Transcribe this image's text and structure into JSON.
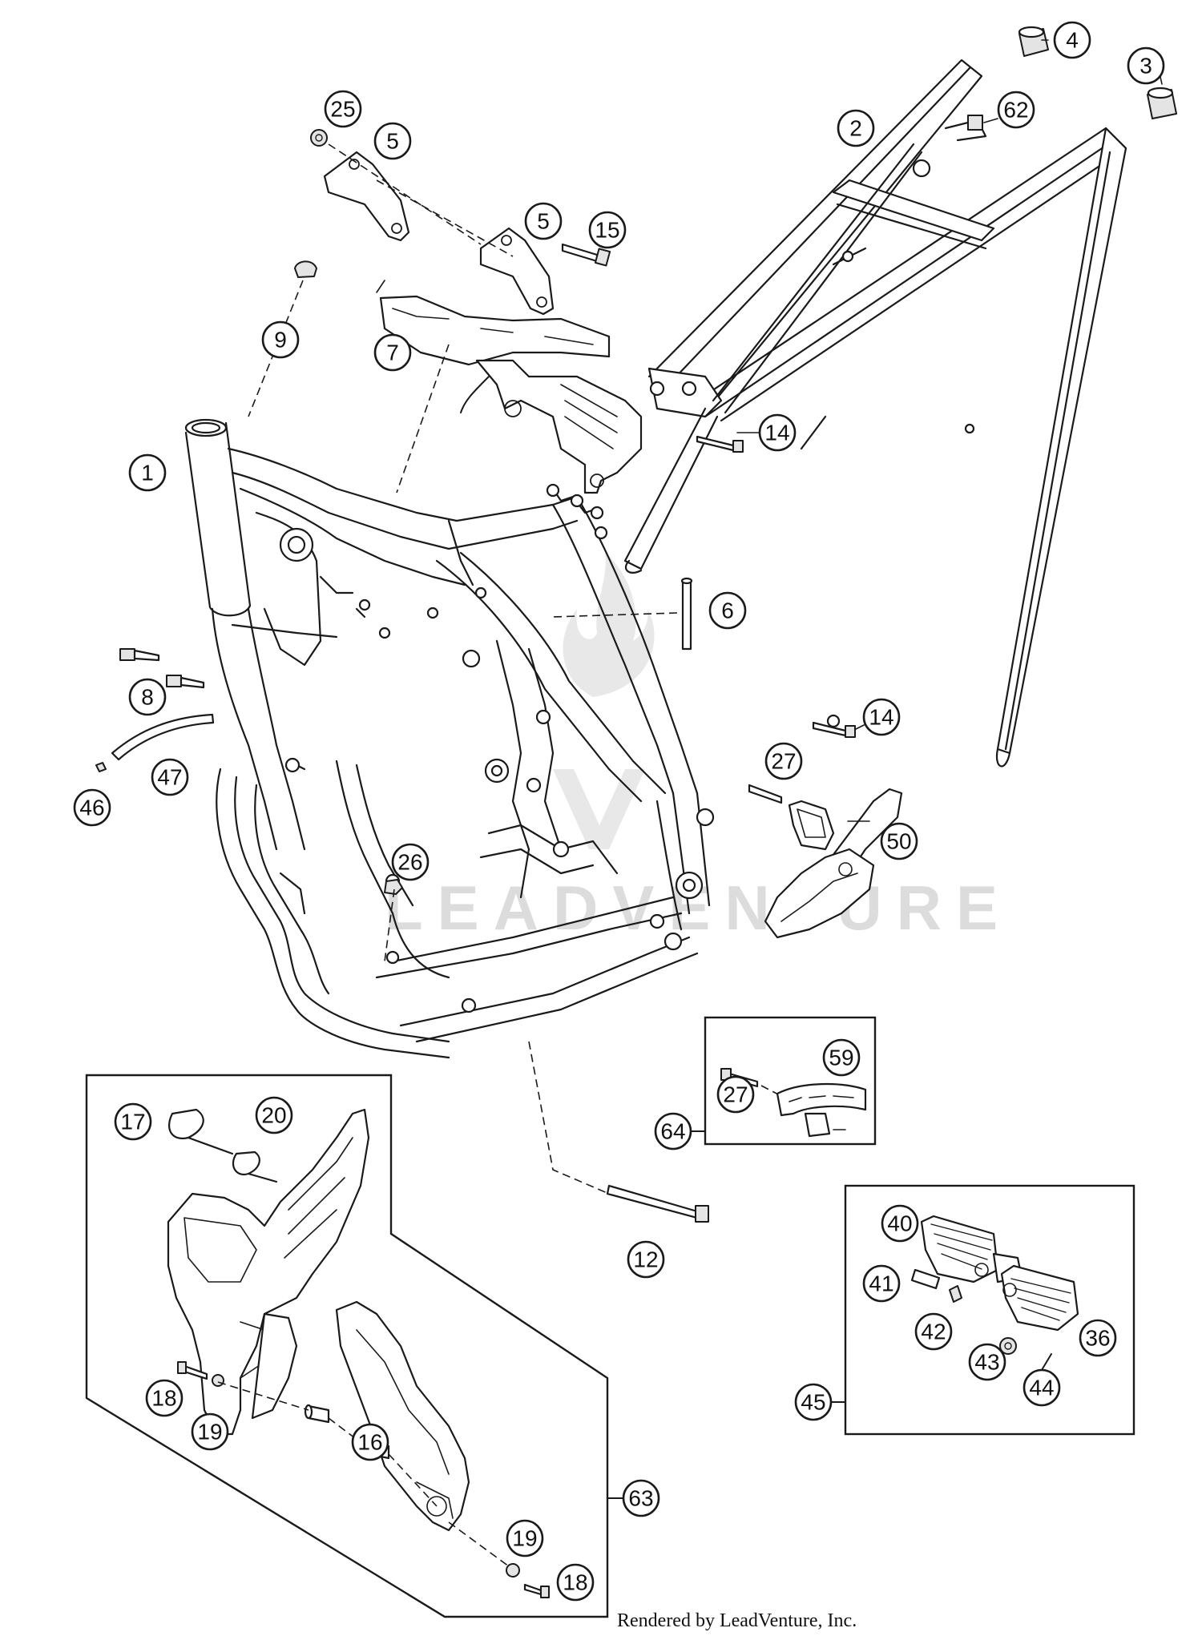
{
  "diagram": {
    "callouts": [
      {
        "id": "c1",
        "label": "1"
      },
      {
        "id": "c2",
        "label": "2"
      },
      {
        "id": "c3",
        "label": "3"
      },
      {
        "id": "c4",
        "label": "4"
      },
      {
        "id": "c5a",
        "label": "5"
      },
      {
        "id": "c5b",
        "label": "5"
      },
      {
        "id": "c6",
        "label": "6"
      },
      {
        "id": "c7",
        "label": "7"
      },
      {
        "id": "c8",
        "label": "8"
      },
      {
        "id": "c9",
        "label": "9"
      },
      {
        "id": "c12",
        "label": "12"
      },
      {
        "id": "c14a",
        "label": "14"
      },
      {
        "id": "c14b",
        "label": "14"
      },
      {
        "id": "c15",
        "label": "15"
      },
      {
        "id": "c16",
        "label": "16"
      },
      {
        "id": "c17",
        "label": "17"
      },
      {
        "id": "c18a",
        "label": "18"
      },
      {
        "id": "c18b",
        "label": "18"
      },
      {
        "id": "c19a",
        "label": "19"
      },
      {
        "id": "c19b",
        "label": "19"
      },
      {
        "id": "c20",
        "label": "20"
      },
      {
        "id": "c25",
        "label": "25"
      },
      {
        "id": "c26",
        "label": "26"
      },
      {
        "id": "c27a",
        "label": "27"
      },
      {
        "id": "c27b",
        "label": "27"
      },
      {
        "id": "c36",
        "label": "36"
      },
      {
        "id": "c40",
        "label": "40"
      },
      {
        "id": "c41",
        "label": "41"
      },
      {
        "id": "c42",
        "label": "42"
      },
      {
        "id": "c43",
        "label": "43"
      },
      {
        "id": "c44",
        "label": "44"
      },
      {
        "id": "c45",
        "label": "45"
      },
      {
        "id": "c46",
        "label": "46"
      },
      {
        "id": "c47",
        "label": "47"
      },
      {
        "id": "c50",
        "label": "50"
      },
      {
        "id": "c59",
        "label": "59"
      },
      {
        "id": "c62",
        "label": "62"
      },
      {
        "id": "c63",
        "label": "63"
      },
      {
        "id": "c64",
        "label": "64"
      }
    ],
    "watermark": "LEADVENTURE",
    "credit": "Rendered by LeadVenture, Inc."
  }
}
